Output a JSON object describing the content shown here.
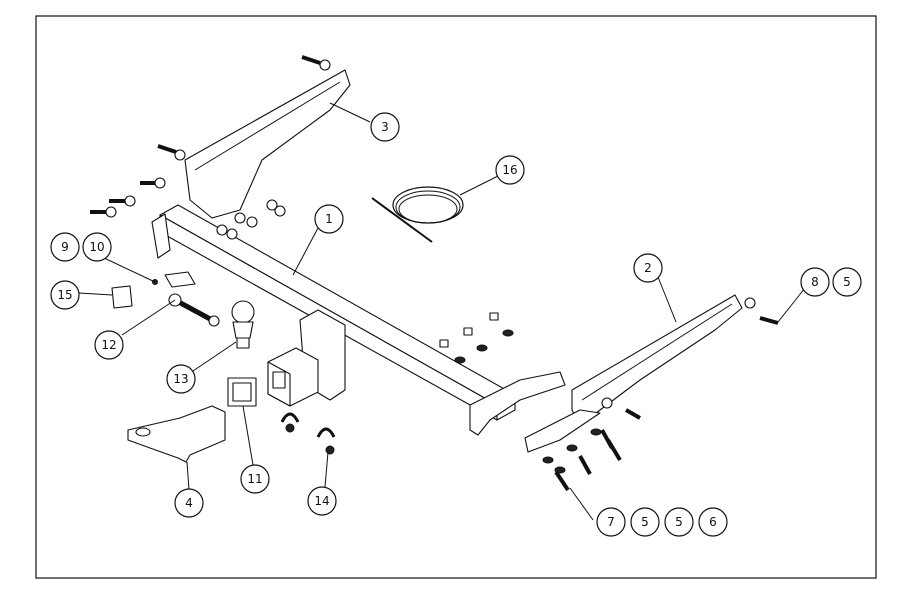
{
  "callouts": {
    "c1": "1",
    "c2": "2",
    "c3": "3",
    "c4": "4",
    "c5a": "5",
    "c5b": "5",
    "c5c": "5",
    "c6": "6",
    "c7": "7",
    "c8": "8",
    "c9": "9",
    "c10": "10",
    "c11": "11",
    "c12": "12",
    "c13": "13",
    "c14": "14",
    "c15": "15",
    "c16": "16"
  }
}
